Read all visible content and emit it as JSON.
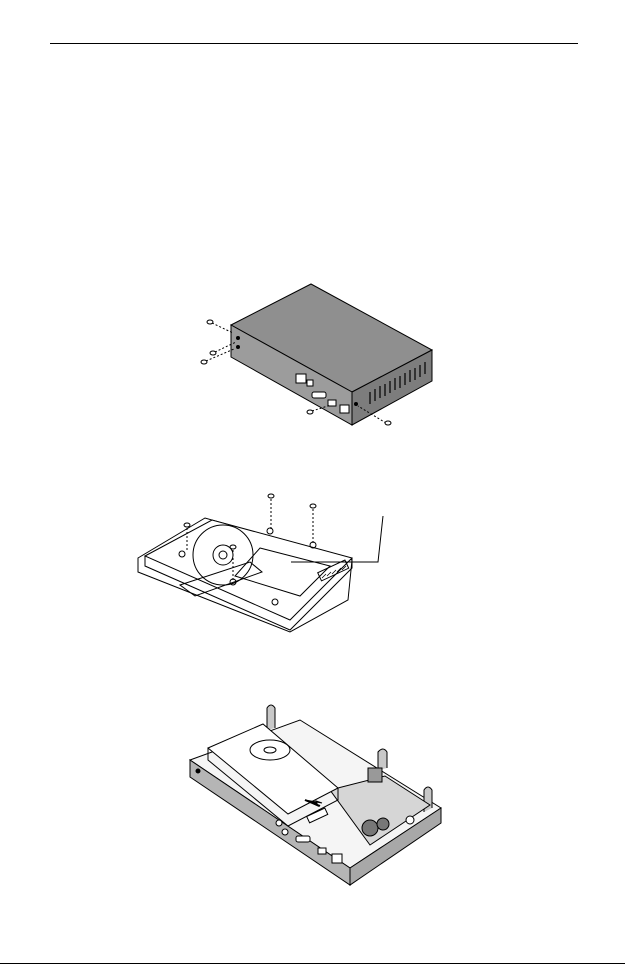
{
  "page": {
    "figures": [
      {
        "id": "step-1-remove-case-screws"
      },
      {
        "id": "step-2-attach-hdd-screws"
      },
      {
        "id": "step-3-connect-hdd"
      }
    ]
  }
}
